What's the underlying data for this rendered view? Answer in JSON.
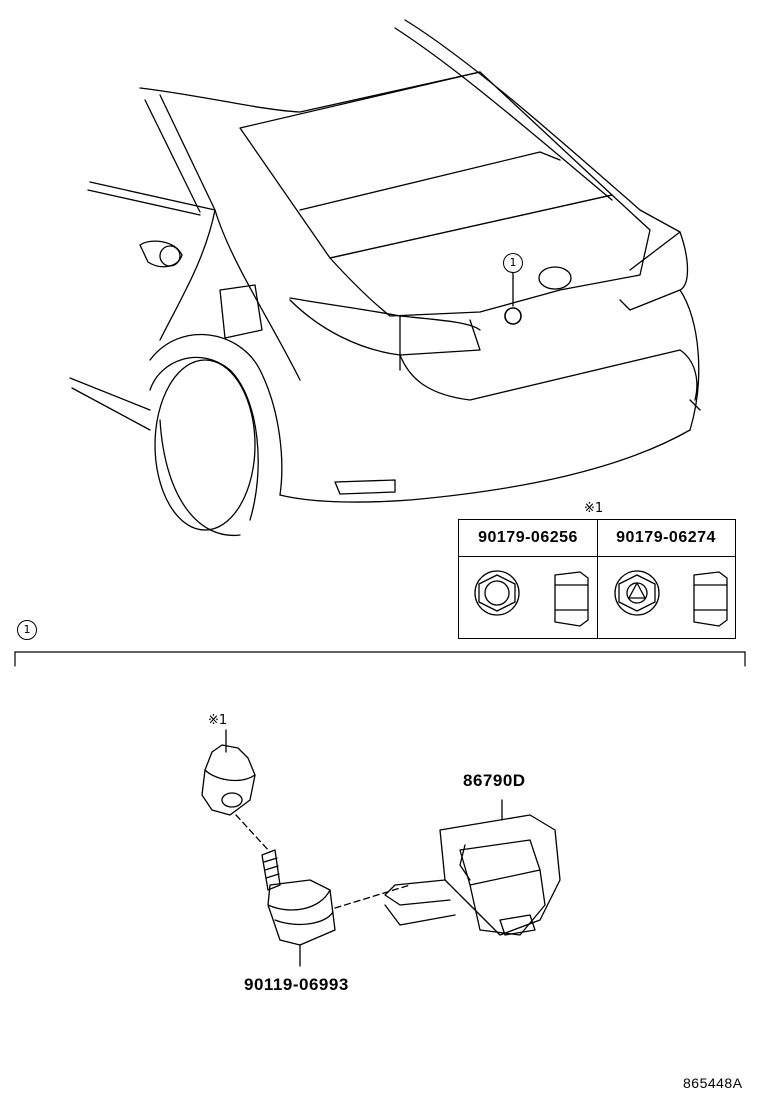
{
  "callout_number": "1",
  "table": {
    "marker": "※1",
    "columns": [
      {
        "part_number": "90179-06256",
        "icon": "hex-flange-nut-icon"
      },
      {
        "part_number": "90179-06274",
        "icon": "tri-lobe-flange-nut-icon"
      }
    ]
  },
  "detail": {
    "callout_number": "1",
    "nut_marker": "※1",
    "camera_part": "86790D",
    "bolt_part": "90119-06993"
  },
  "figure_ref": "865448A"
}
